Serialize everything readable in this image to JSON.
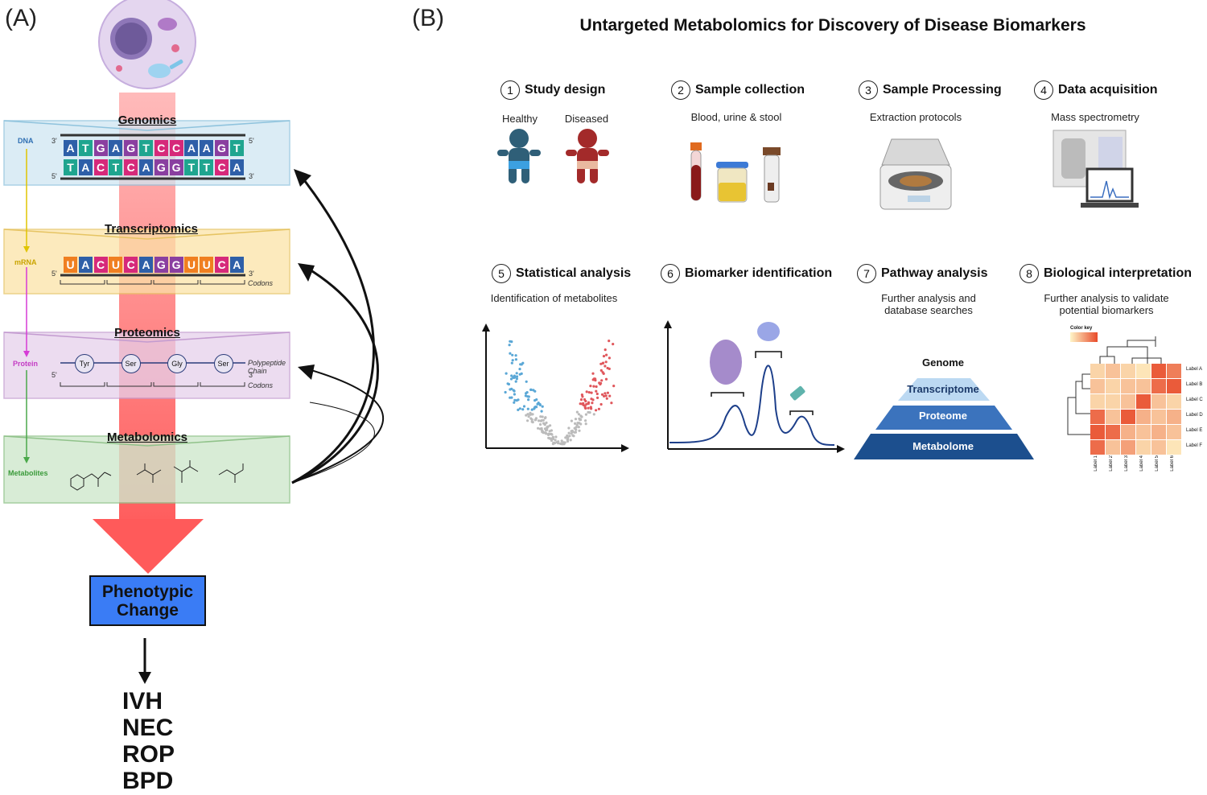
{
  "panel_a": {
    "label": "(A)",
    "layers": [
      {
        "title": "Genomics",
        "side_label": "DNA"
      },
      {
        "title": "Transcriptomics",
        "side_label": "mRNA"
      },
      {
        "title": "Proteomics",
        "side_label": "Protein"
      },
      {
        "title": "Metabolomics",
        "side_label": "Metabolites"
      }
    ],
    "dna_top": [
      "A",
      "T",
      "G",
      "A",
      "G",
      "T",
      "C",
      "C",
      "A",
      "A",
      "G",
      "T"
    ],
    "dna_bottom": [
      "T",
      "A",
      "C",
      "T",
      "C",
      "A",
      "G",
      "G",
      "T",
      "T",
      "C",
      "A"
    ],
    "mrna": [
      "U",
      "A",
      "C",
      "U",
      "C",
      "A",
      "G",
      "G",
      "U",
      "U",
      "C",
      "A"
    ],
    "amino_acids": [
      "Tyr",
      "Ser",
      "Gly",
      "Ser"
    ],
    "polypeptide_label": "Polypeptide Chain",
    "codons_label": "Codons",
    "prime_3": "3'",
    "prime_5": "5'",
    "phenotype_line1": "Phenotypic",
    "phenotype_line2": "Change",
    "diseases": [
      "IVH",
      "NEC",
      "ROP",
      "BPD"
    ],
    "colors": {
      "A": "#2e5fa8",
      "T": "#1fa58f",
      "G": "#8a3fa0",
      "C": "#d6297a",
      "U": "#f07f20",
      "arrow": "#ff5a5a",
      "phenotype": "#3a7cf5"
    }
  },
  "panel_b": {
    "label": "(B)",
    "title": "Untargeted Metabolomics for Discovery of Disease Biomarkers",
    "steps": [
      {
        "num": "1",
        "title": "Study design",
        "sub1": "Healthy",
        "sub2": "Diseased"
      },
      {
        "num": "2",
        "title": "Sample collection",
        "sub": "Blood, urine & stool"
      },
      {
        "num": "3",
        "title": "Sample Processing",
        "sub": "Extraction protocols"
      },
      {
        "num": "4",
        "title": "Data acquisition",
        "sub": "Mass spectrometry"
      },
      {
        "num": "5",
        "title": "Statistical analysis",
        "sub": "Identification of metabolites"
      },
      {
        "num": "6",
        "title": "Biomarker identification",
        "sub": ""
      },
      {
        "num": "7",
        "title": "Pathway analysis",
        "sub": "Further analysis and database searches"
      },
      {
        "num": "8",
        "title": "Biological interpretation",
        "sub": "Further analysis to validate potential biomarkers"
      }
    ],
    "pyramid": [
      "Genome",
      "Transcriptome",
      "Proteome",
      "Metabolome"
    ],
    "heatmap": {
      "color_key": "Color key",
      "row_labels": [
        "Label A",
        "Label B",
        "Label C",
        "Label D",
        "Label E",
        "Label F"
      ],
      "col_labels": [
        "Label 1",
        "Label 2",
        "Label 3",
        "Label 4",
        "Label 5",
        "Label 6"
      ]
    }
  }
}
